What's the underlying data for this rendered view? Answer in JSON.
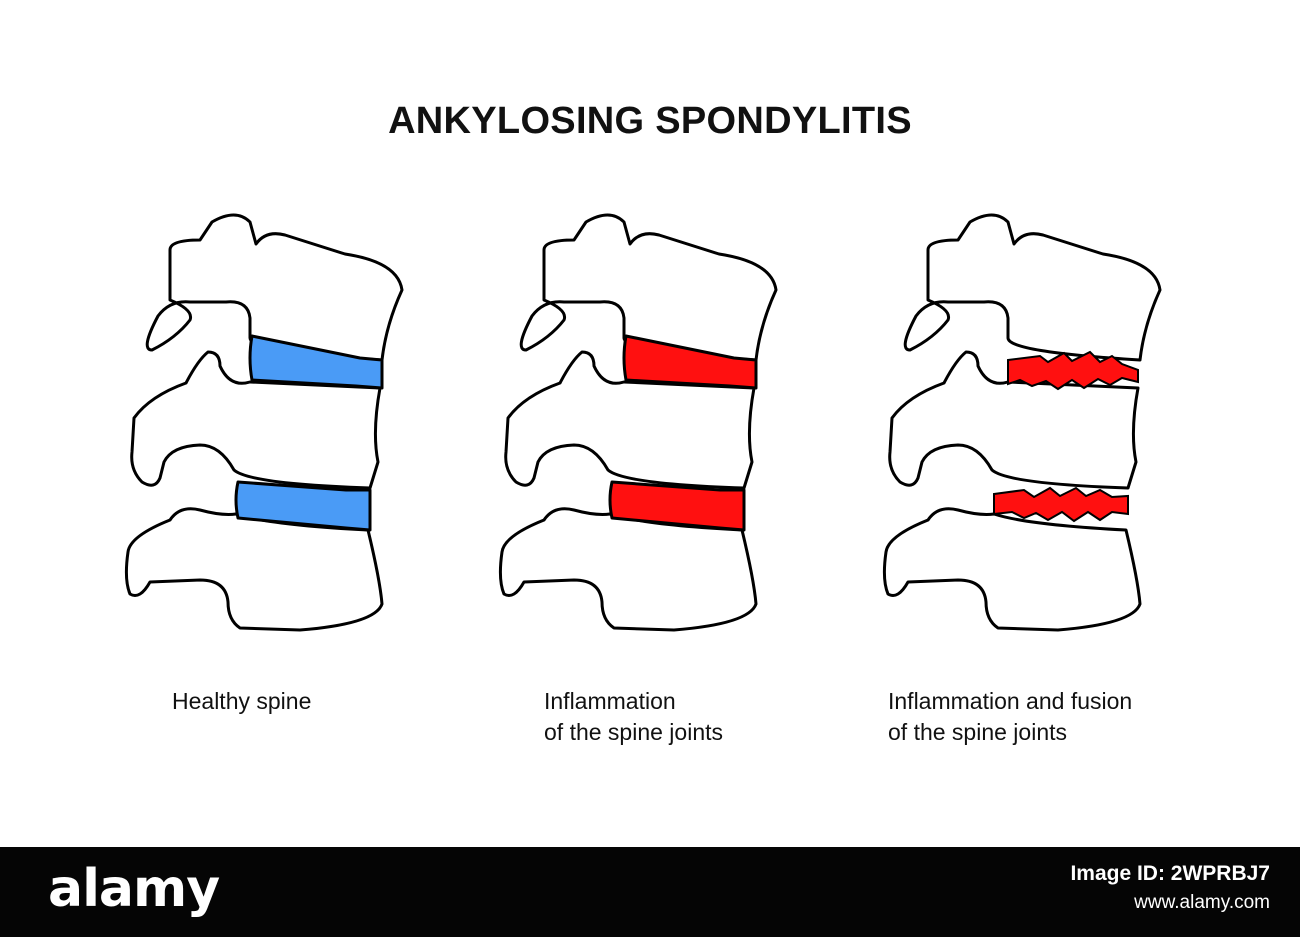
{
  "title": "ANKYLOSING SPONDYLITIS",
  "colors": {
    "healthy_disc": "#4A9BF6",
    "inflamed_disc": "#FF1010",
    "outline": "#000000",
    "background": "#FFFFFF",
    "footer_background": "#050505"
  },
  "panels": [
    {
      "stage": "healthy",
      "caption_lines": [
        "Healthy spine"
      ]
    },
    {
      "stage": "inflamed",
      "caption_lines": [
        "Inflammation",
        "of the spine joints"
      ]
    },
    {
      "stage": "fused",
      "caption_lines": [
        "Inflammation and fusion",
        "of the spine joints"
      ]
    }
  ],
  "footer": {
    "brand": "alamy",
    "image_id": "Image ID: 2WPRBJ7",
    "site": "www.alamy.com"
  }
}
